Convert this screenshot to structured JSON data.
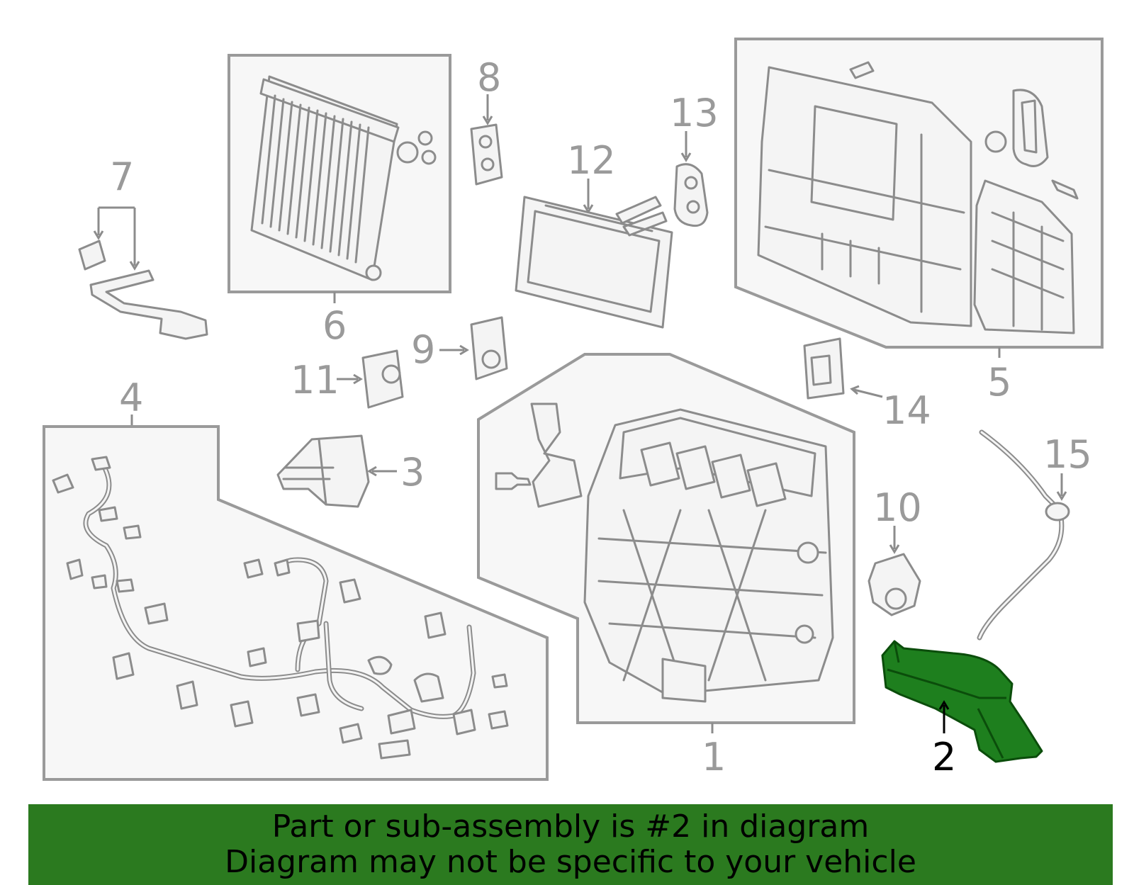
{
  "callouts": {
    "c1": "1",
    "c2": "2",
    "c3": "3",
    "c4": "4",
    "c5": "5",
    "c6": "6",
    "c7": "7",
    "c8": "8",
    "c9": "9",
    "c10": "10",
    "c11": "11",
    "c12": "12",
    "c13": "13",
    "c14": "14",
    "c15": "15"
  },
  "highlighted_part": "2",
  "colors": {
    "highlight": "#1e7f1e",
    "banner": "#2b7a1f",
    "line_gray": "#8c8c8c"
  },
  "banner": {
    "line1": "Part or sub-assembly is #2 in diagram",
    "line2": "Diagram may not be specific to your vehicle"
  }
}
